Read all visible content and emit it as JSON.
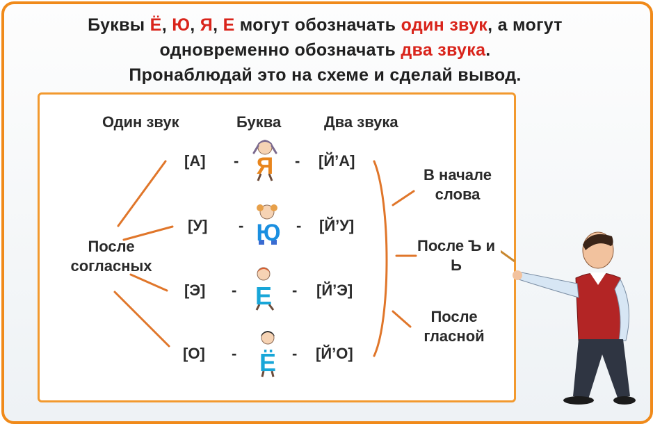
{
  "header": {
    "l1_a": "Буквы ",
    "l1_b": "Ё",
    "l1_c": ", ",
    "l1_d": "Ю",
    "l1_e": ", ",
    "l1_f": "Я",
    "l1_g": ", ",
    "l1_h": "Е",
    "l1_i": " могут обозначать ",
    "l1_j": "один звук",
    "l1_k": ", а могут",
    "l2_a": "одновременно обозначать ",
    "l2_b": "два звука",
    "l2_c": ".",
    "l3": "Пронаблюдай это на схеме и сделай вывод."
  },
  "columns": {
    "one_sound": "Один звук",
    "letter": "Буква",
    "two_sounds": "Два звука"
  },
  "rows": [
    {
      "one": "[А]",
      "letter": "Я",
      "two": "[Й’А]"
    },
    {
      "one": "[У]",
      "letter": "Ю",
      "two": "[Й’У]"
    },
    {
      "one": "[Э]",
      "letter": "Е",
      "two": "[Й’Э]"
    },
    {
      "one": "[О]",
      "letter": "Ё",
      "two": "[Й’О]"
    }
  ],
  "dash": "-",
  "left_note": "После согласных",
  "right_notes": [
    "В начале слова",
    "После Ъ и Ь",
    "После гласной"
  ],
  "colors": {
    "frame": "#f08a1a",
    "accent_red": "#d9241b",
    "letter_blue": "#1a8fe0",
    "line_orange": "#e0762a"
  }
}
